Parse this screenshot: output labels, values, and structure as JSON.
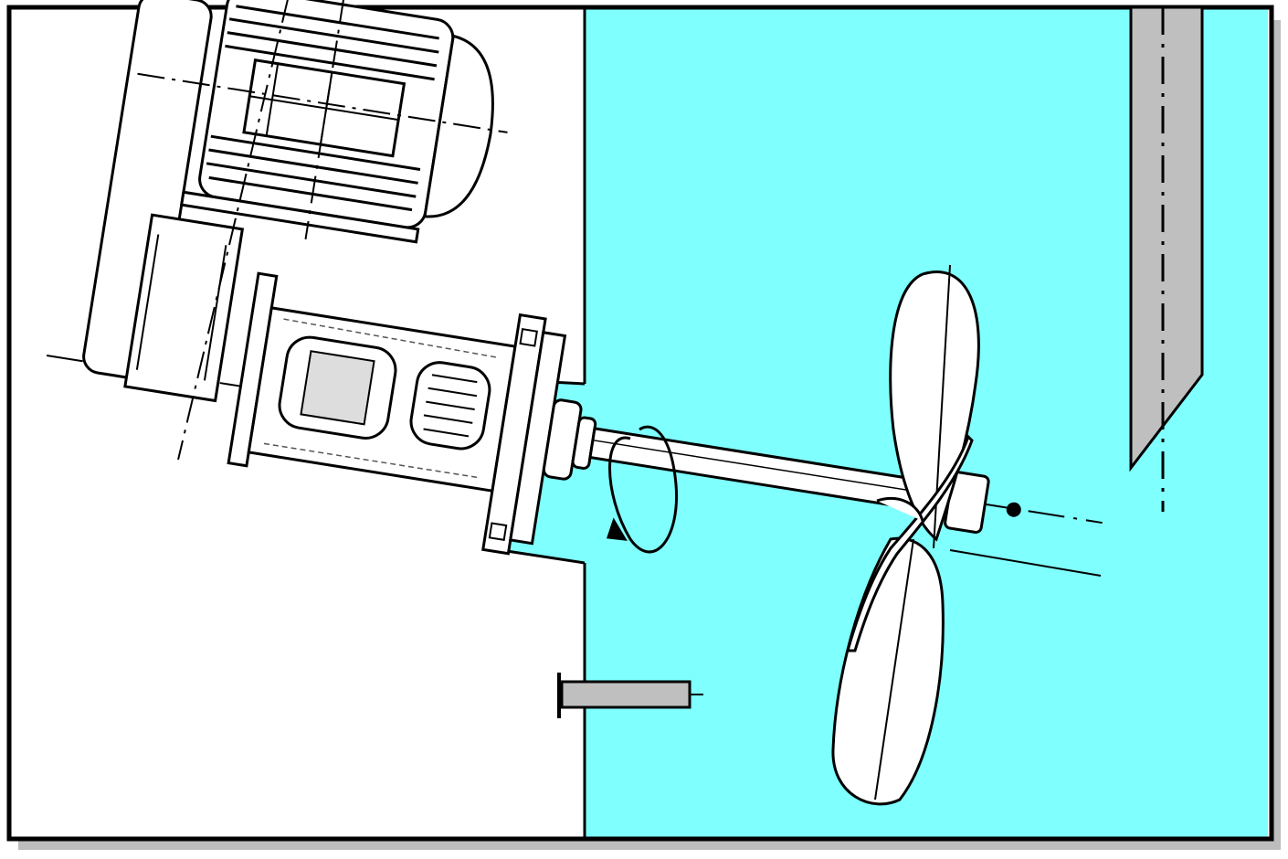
{
  "diagram": {
    "subject": "side-entry-propeller-agitator",
    "components": {
      "tank_liquid": {
        "icon": "liquid-region",
        "color": "#80ffff"
      },
      "tank_wall": {
        "icon": "tank-wall"
      },
      "baffle": {
        "icon": "baffle-plate",
        "color": "#bfbfbf"
      },
      "nozzle": {
        "icon": "nozzle-pipe",
        "color": "#bfbfbf"
      },
      "motor": {
        "icon": "electric-motor"
      },
      "gearbox": {
        "icon": "gearbox-housing"
      },
      "lantern": {
        "icon": "lantern-coupling-housing"
      },
      "flange": {
        "icon": "mounting-flange"
      },
      "shaft": {
        "icon": "agitator-shaft"
      },
      "propeller": {
        "icon": "marine-propeller"
      },
      "rotation": {
        "icon": "rotation-arrow-icon"
      }
    },
    "colors": {
      "liquid": "#80ffff",
      "frame": "#000000",
      "shadow": "#bdbdbd",
      "gray_parts": "#bfbfbf"
    }
  }
}
